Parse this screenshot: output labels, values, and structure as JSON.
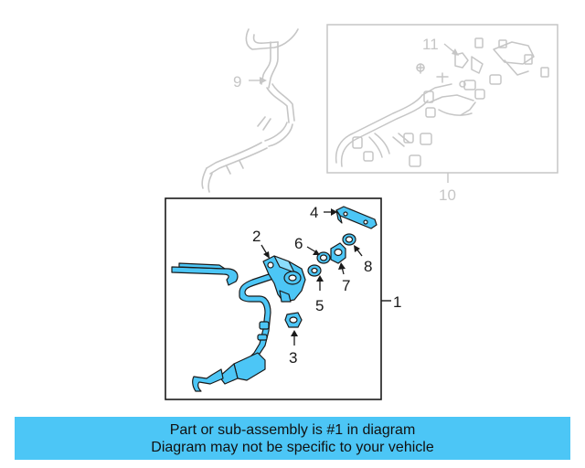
{
  "diagram": {
    "callouts": {
      "c1": "1",
      "c2": "2",
      "c3": "3",
      "c4": "4",
      "c5": "5",
      "c6": "6",
      "c7": "7",
      "c8": "8",
      "c9": "9",
      "c10": "10",
      "c11": "11"
    },
    "colors": {
      "part_fill": "#4cc6f6",
      "ghost_line": "#c6c6c6",
      "outline": "#1a1a1a",
      "banner": "#4cc6f6"
    }
  },
  "banner": {
    "line1": "Part or sub-assembly is #1 in diagram",
    "line2": "Diagram may not be specific to your vehicle"
  }
}
